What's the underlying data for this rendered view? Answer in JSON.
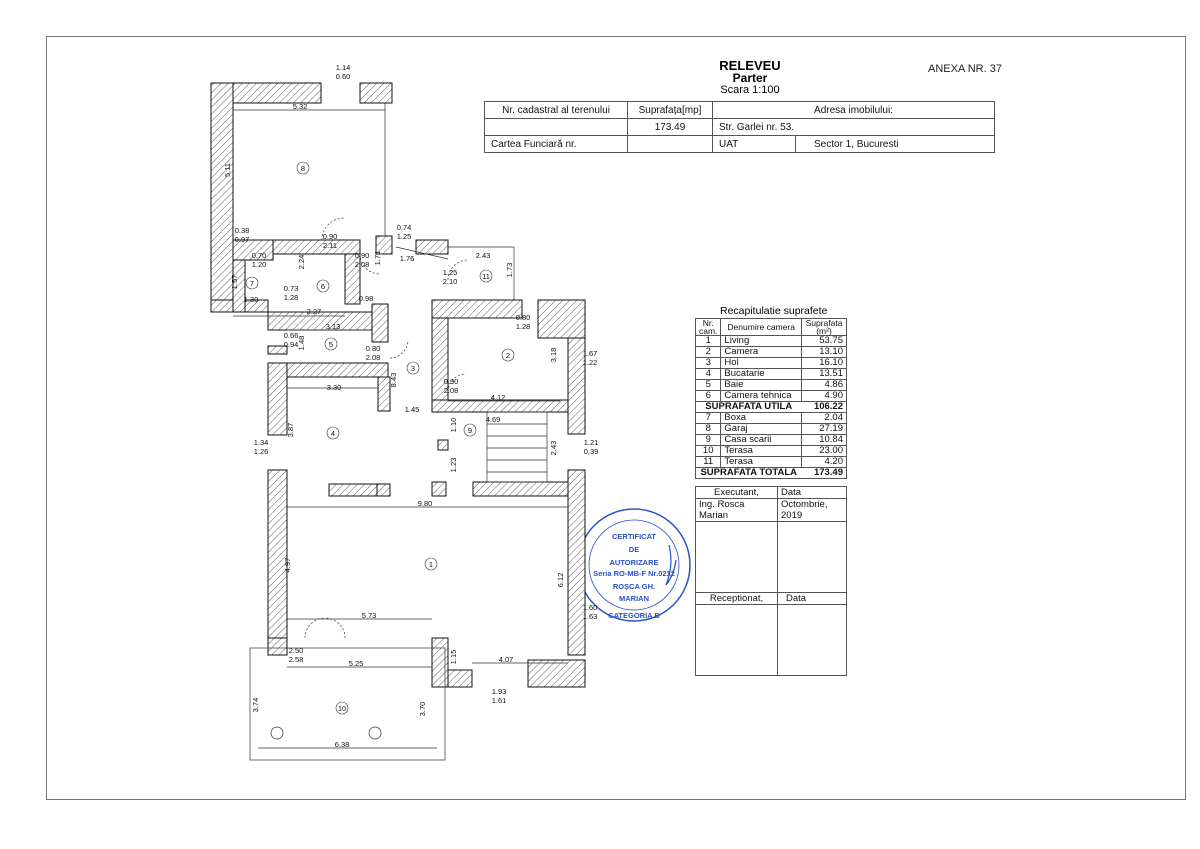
{
  "header": {
    "title": "RELEVEU",
    "subtitle": "Parter",
    "scale": "Scara 1:100",
    "annex": "ANEXA NR. 37"
  },
  "info_table": {
    "col1": "Nr. cadastral al terenului",
    "col2": "Suprafața[mp]",
    "col3": "Adresa imobilului:",
    "area": "173.49",
    "address": "Str. Garlei nr. 53.",
    "cf_label": "Cartea Funciară nr.",
    "uat_label": "UAT",
    "uat_value": "Sector 1, Bucuresti"
  },
  "recap": {
    "title": "Recapitulatie suprafete",
    "headers": [
      "Nr. cam.",
      "Denumire camera",
      "Suprafata (m²)"
    ],
    "rows": [
      {
        "nr": "1",
        "name": "Living",
        "area": "53.75"
      },
      {
        "nr": "2",
        "name": "Camera",
        "area": "13.10"
      },
      {
        "nr": "3",
        "name": "Hol",
        "area": "16.10"
      },
      {
        "nr": "4",
        "name": "Bucatarie",
        "area": "13.51"
      },
      {
        "nr": "5",
        "name": "Baie",
        "area": "4.86"
      },
      {
        "nr": "6",
        "name": "Camera tehnica",
        "area": "4.90"
      },
      {
        "nr": "7",
        "name": "Boxa",
        "area": "2.04"
      },
      {
        "nr": "8",
        "name": "Garaj",
        "area": "27.19"
      },
      {
        "nr": "9",
        "name": "Casa scarii",
        "area": "10.84"
      },
      {
        "nr": "10",
        "name": "Terasa",
        "area": "23.00"
      },
      {
        "nr": "11",
        "name": "Terasa",
        "area": "4.20"
      }
    ],
    "util_label": "SUPRAFATA UTILA",
    "util_value": "106.22",
    "total_label": "SUPRAFATA TOTALA",
    "total_value": "173.49"
  },
  "signatures": {
    "executant": "Executant,",
    "data": "Data",
    "name": "Ing. Rosca Marian",
    "date": "Octombrie, 2019",
    "receptionat": "Receptionat,",
    "data2": "Data"
  },
  "stamp": {
    "l1": "CERTIFICAT",
    "l2": "DE",
    "l3": "AUTORIZARE",
    "l4": "Seria RO-MB-F Nr.0212",
    "l5": "ROȘCA GH.",
    "l6": "MARIAN",
    "l7": "CATEGORIA B",
    "color": "#2a4fc9"
  },
  "plan": {
    "rooms": [
      "1",
      "2",
      "3",
      "4",
      "5",
      "6",
      "7",
      "8",
      "9",
      "10",
      "11"
    ],
    "dims": [
      "1.14",
      "0.60",
      "5.32",
      "5.11",
      "0.38",
      "0.97",
      "0.90",
      "2.11",
      "0.74",
      "1.25",
      "0.70",
      "1.20",
      "1.76",
      "0.90",
      "2.08",
      "2.43",
      "1.73",
      "1.57",
      "0.73",
      "1.28",
      "2.24",
      "1.71",
      "1.25",
      "2.10",
      "1.30",
      "0.98",
      "2.27",
      "0.80",
      "1.28",
      "3.13",
      "0.66",
      "0.94",
      "1.48",
      "0.80",
      "2.08",
      "3.18",
      "1.67",
      "1.22",
      "8.43",
      "0.90",
      "2.08",
      "3.30",
      "1.45",
      "4.12",
      "4.69",
      "1.10",
      "3.87",
      "1.34",
      "1.26",
      "1.21",
      "0.39",
      "2.43",
      "1.23",
      "9.80",
      "4.97",
      "6.12",
      "1.60",
      "1.63",
      "5.73",
      "2.50",
      "2.58",
      "1.15",
      "5.25",
      "4.07",
      "1.93",
      "1.61",
      "3.74",
      "3.70",
      "6.38"
    ]
  }
}
